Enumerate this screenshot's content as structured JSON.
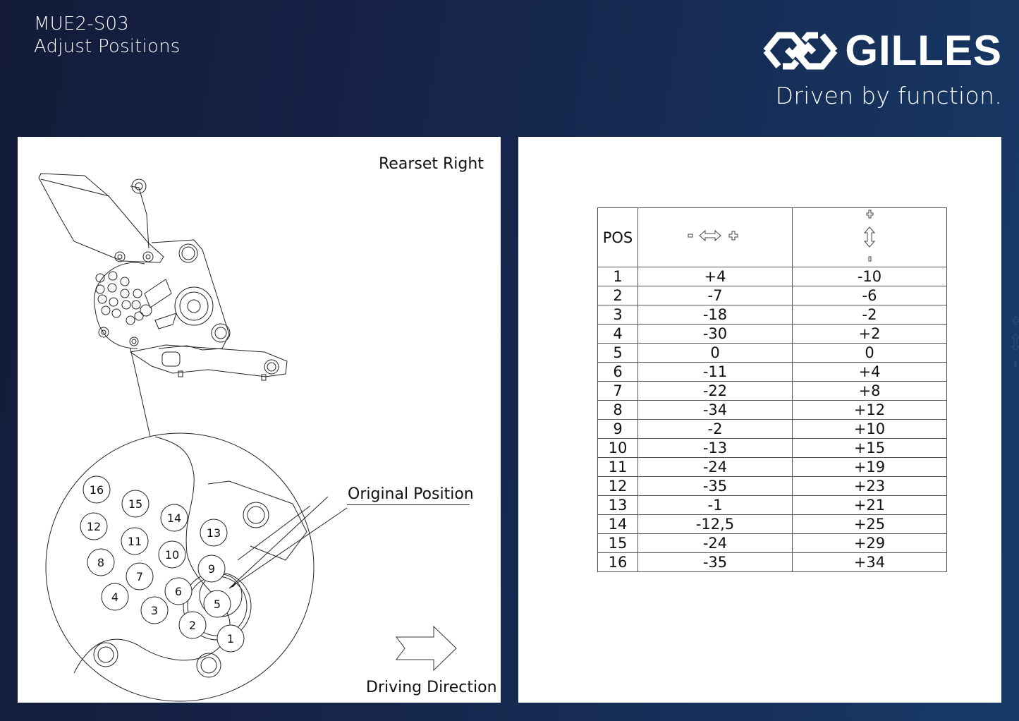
{
  "header": {
    "code": "MUE2-S03",
    "subtitle": "Adjust Positions"
  },
  "brand": {
    "name": "GILLES",
    "tagline": "Driven by function.",
    "logo_icon": "gilles-logo-icon"
  },
  "drawing": {
    "title": "Rearset Right",
    "original_position_label": "Original Position",
    "driving_direction_label": "Driving Direction",
    "position_markers": [
      "1",
      "2",
      "3",
      "4",
      "5",
      "6",
      "7",
      "8",
      "9",
      "10",
      "11",
      "12",
      "13",
      "14",
      "15",
      "16"
    ]
  },
  "table": {
    "headers": {
      "pos": "POS",
      "horizontal": {
        "minus": "-",
        "icon": "horizontal-double-arrow-icon",
        "plus": "+"
      },
      "vertical": {
        "plus": "+",
        "icon": "vertical-double-arrow-icon",
        "minus": "-"
      }
    },
    "rows": [
      {
        "pos": "1",
        "horizontal": "+4",
        "vertical": "-10"
      },
      {
        "pos": "2",
        "horizontal": "-7",
        "vertical": "-6"
      },
      {
        "pos": "3",
        "horizontal": "-18",
        "vertical": "-2"
      },
      {
        "pos": "4",
        "horizontal": "-30",
        "vertical": "+2"
      },
      {
        "pos": "5",
        "horizontal": "0",
        "vertical": "0"
      },
      {
        "pos": "6",
        "horizontal": "-11",
        "vertical": "+4"
      },
      {
        "pos": "7",
        "horizontal": "-22",
        "vertical": "+8"
      },
      {
        "pos": "8",
        "horizontal": "-34",
        "vertical": "+12"
      },
      {
        "pos": "9",
        "horizontal": "-2",
        "vertical": "+10"
      },
      {
        "pos": "10",
        "horizontal": "-13",
        "vertical": "+15"
      },
      {
        "pos": "11",
        "horizontal": "-24",
        "vertical": "+19"
      },
      {
        "pos": "12",
        "horizontal": "-35",
        "vertical": "+23"
      },
      {
        "pos": "13",
        "horizontal": "-1",
        "vertical": "+21"
      },
      {
        "pos": "14",
        "horizontal": "-12,5",
        "vertical": "+25"
      },
      {
        "pos": "15",
        "horizontal": "-24",
        "vertical": "+29"
      },
      {
        "pos": "16",
        "horizontal": "-35",
        "vertical": "+34"
      }
    ]
  },
  "colors": {
    "background_left": "#141b3a",
    "background_right": "#173a68",
    "panel": "#ffffff",
    "text_light": "#ffffff",
    "text_dark": "#111111"
  }
}
